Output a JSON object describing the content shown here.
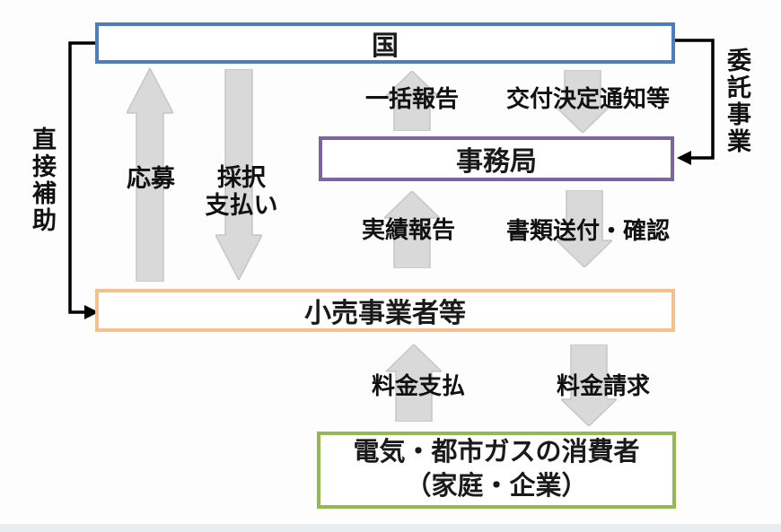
{
  "diagram": {
    "boxes": {
      "kuni": {
        "label": "国"
      },
      "jimukyoku": {
        "label": "事務局"
      },
      "kouri": {
        "label": "小売事業者等"
      },
      "shouhisha": {
        "line1": "電気・都市ガスの消費者",
        "line2": "（家庭・企業）"
      }
    },
    "flows": {
      "oubo": {
        "label": "応募",
        "direction": "up"
      },
      "saitaku": {
        "lines": [
          "採択",
          "支払い"
        ],
        "direction": "down"
      },
      "ikkatsu": {
        "label": "一括報告",
        "direction": "up"
      },
      "koufu": {
        "label": "交付決定通知等",
        "direction": "down"
      },
      "jisseki": {
        "label": "実績報告",
        "direction": "up"
      },
      "shorui": {
        "label": "書類送付・確認",
        "direction": "down"
      },
      "ryoukin_shiharai": {
        "label": "料金支払",
        "direction": "up"
      },
      "ryoukin_seikyuu": {
        "label": "料金請求",
        "direction": "down"
      }
    },
    "connectors": {
      "chokusetsu_hojo": {
        "label": "直接補助"
      },
      "itaku_jigyou": {
        "label": "委託事業"
      }
    },
    "colors": {
      "kuni_border": "#4a7ebc",
      "jimukyoku_border": "#7e63a1",
      "kouri_border": "#f5c08c",
      "shouhisha_border": "#94b953",
      "arrow_fill": "#d9d9d9",
      "arrow_stroke": "#c6c6c6",
      "connector": "#000000"
    }
  }
}
